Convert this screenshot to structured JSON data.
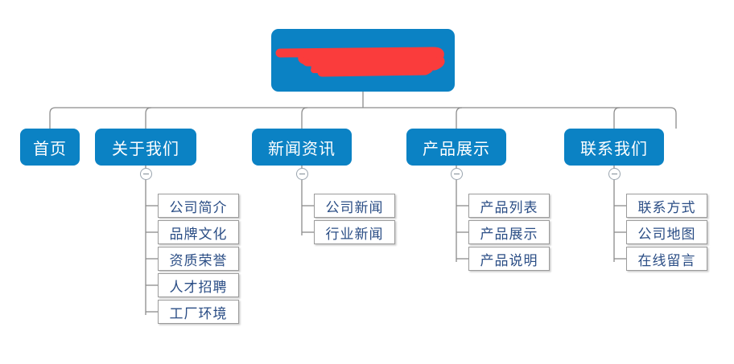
{
  "diagram": {
    "type": "sitemap-tree",
    "background_color": "#ffffff",
    "node_color": "#0b82c4",
    "node_text_color": "#ffffff",
    "leaf_text_color": "#2a4d85",
    "leaf_border_color": "#9b9b9b",
    "connector_color": "#8c8c8c",
    "redaction_color": "#fa3c3c",
    "root": {
      "label": "",
      "redacted": true,
      "redaction_note": "root title covered by red scribble"
    },
    "branches": [
      {
        "label": "首页",
        "has_collapse_marker": false,
        "collapse_state": "",
        "children": []
      },
      {
        "label": "关于我们",
        "has_collapse_marker": true,
        "collapse_state": "minus",
        "children": [
          {
            "label": "公司简介"
          },
          {
            "label": "品牌文化"
          },
          {
            "label": "资质荣誉"
          },
          {
            "label": "人才招聘"
          },
          {
            "label": "工厂环境"
          }
        ]
      },
      {
        "label": "新闻资讯",
        "has_collapse_marker": true,
        "collapse_state": "minus",
        "children": [
          {
            "label": "公司新闻"
          },
          {
            "label": "行业新闻"
          }
        ]
      },
      {
        "label": "产品展示",
        "has_collapse_marker": true,
        "collapse_state": "minus",
        "children": [
          {
            "label": "产品列表"
          },
          {
            "label": "产品展示"
          },
          {
            "label": "产品说明"
          }
        ]
      },
      {
        "label": "联系我们",
        "has_collapse_marker": true,
        "collapse_state": "minus",
        "children": [
          {
            "label": "联系方式"
          },
          {
            "label": "公司地图"
          },
          {
            "label": "在线留言"
          }
        ]
      }
    ]
  }
}
